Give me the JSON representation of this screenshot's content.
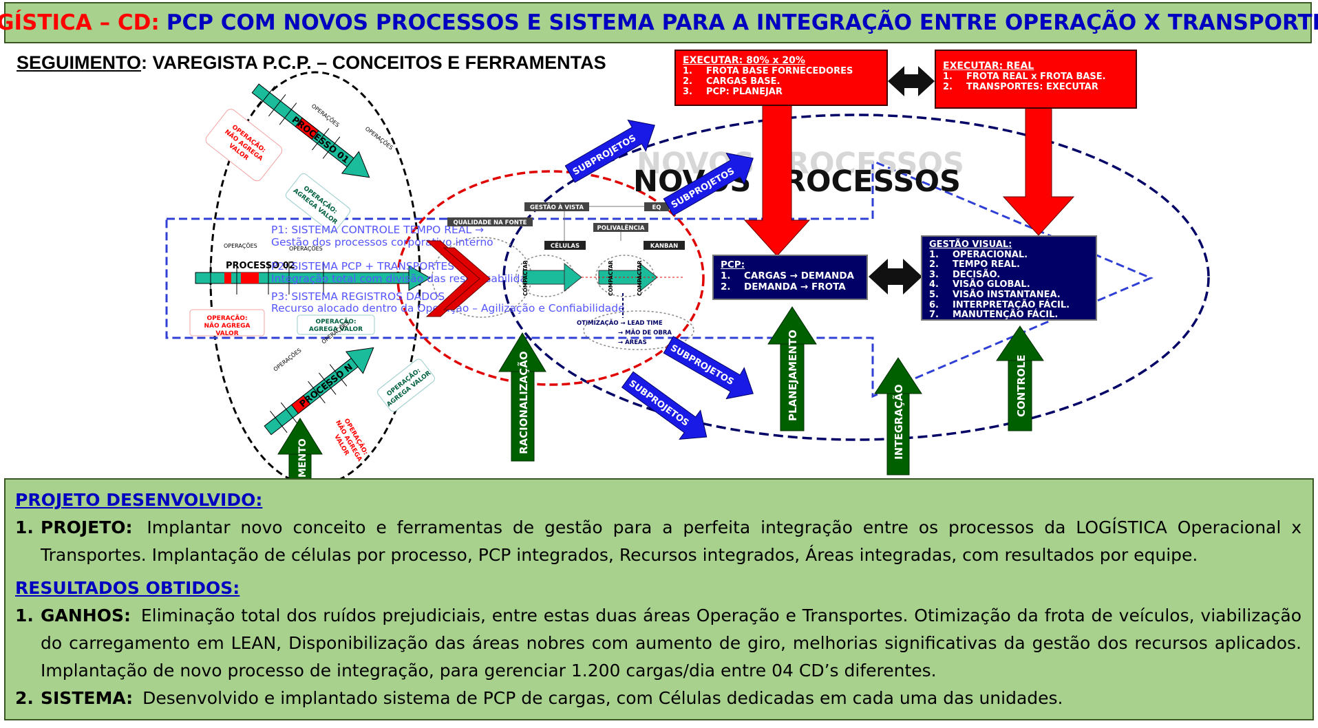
{
  "title": {
    "prefix": "LOGÍSTICA – CD:",
    "main": "PCP COM NOVOS PROCESSOS E SISTEMA PARA A INTEGRAÇÃO ENTRE OPERAÇÃO X TRANSPORTES."
  },
  "segment": {
    "label": "SEGUIMENTO",
    "text": ": VAREGISTA P.C.P. – CONCEITOS E FERRAMENTAS"
  },
  "execute_8020": {
    "heading": "EXECUTAR: 80% x 20%",
    "items": [
      {
        "n": "1.",
        "text": "FROTA BASE FORNECEDORES"
      },
      {
        "n": "2.",
        "text": "CARGAS BASE."
      },
      {
        "n": "3.",
        "text": "PCP: PLANEJAR"
      }
    ]
  },
  "execute_real": {
    "heading": "EXECUTAR: REAL",
    "items": [
      {
        "n": "1.",
        "text": "FROTA REAL x FROTA BASE."
      },
      {
        "n": "2.",
        "text": "TRANSPORTES: EXECUTAR"
      }
    ]
  },
  "pcp": {
    "heading": "PCP:",
    "items": [
      {
        "n": "1.",
        "text": "CARGAS → DEMANDA"
      },
      {
        "n": "2.",
        "text": "DEMANDA → FROTA"
      }
    ]
  },
  "gestao_visual": {
    "heading": "GESTÃO VISUAL:",
    "items": [
      {
        "n": "1.",
        "text": "OPERACIONAL."
      },
      {
        "n": "2.",
        "text": "TEMPO REAL."
      },
      {
        "n": "3.",
        "text": "DECISÃO."
      },
      {
        "n": "4.",
        "text": "VISÃO GLOBAL."
      },
      {
        "n": "5.",
        "text": "VISÃO INSTANTANEA."
      },
      {
        "n": "6.",
        "text": "INTERPRETAÇÃO FÁCIL."
      },
      {
        "n": "7.",
        "text": "MANUTENÇÃO FÁCIL."
      }
    ]
  },
  "diagram": {
    "novos_processos": "NOVOS PROCESSOS",
    "subprojetos": "SUBPROJETOS",
    "subprojetos_partial": "SUBPROJETOS",
    "racionalizacao": "RACIONALIZAÇÃO",
    "planejamento": "PLANEJAMENTO",
    "integracao": "INTEGRAÇÃO",
    "controle": "CONTROLE",
    "mento": "MENTO",
    "operacoes": "OPERAÇÕES",
    "processo_01": "PROCESSO 01",
    "processo_02": "PROCESSO 02",
    "processo_n": "PROCESSO N",
    "agrega": [
      "OPERAÇÃO:",
      "AGREGA VALOR"
    ],
    "nao_agrega": [
      "OPERAÇÃO:",
      "NÃO AGREGA",
      "VALOR"
    ],
    "p1_title": "P1: SISTEMA CONTROLE TEMPO REAL →",
    "p1_sub": "Gestão dos processos corporativo interno",
    "p2_title": "P2: SISTEMA PCP + TRANSPORTES →",
    "p2_sub": "Integração total com divisão das responsabilidades",
    "p3_title": "P3: SISTEMA REGISTROS DADOS →",
    "p3_sub": "Recurso alocado dentro da Operação – Agilização e Confiabilidade",
    "qualidade": "QUALIDADE NA FONTE",
    "gestao_vista": "GESTÃO À VISTA",
    "eq": "EQ",
    "polivalencia": "POLIVALÊNCIA",
    "celulas": "CÉLULAS",
    "kanban": "KANBAN",
    "compactar": "COMPACTAR",
    "otim_1": "OTIMIZAÇÃO → LEAD TIME",
    "otim_2": "→ MÃO DE OBRA",
    "otim_3": "→ ÁREAS"
  },
  "projeto": {
    "heading": "PROJETO DESENVOLVIDO:",
    "items": [
      {
        "n": "1.",
        "label": "PROJETO:",
        "text": "Implantar novo conceito e ferramentas de gestão para a perfeita integração entre os processos da LOGÍSTICA Operacional x Transportes. Implantação de células por processo, PCP integrados, Recursos integrados, Áreas integradas, com resultados por equipe."
      }
    ]
  },
  "resultados": {
    "heading": "RESULTADOS OBTIDOS:",
    "items": [
      {
        "n": "1.",
        "label": "GANHOS:",
        "text": "Eliminação total dos ruídos prejudiciais, entre estas duas áreas Operação e Transportes. Otimização da frota de veículos, viabilização do carregamento em LEAN, Disponibilização das áreas nobres com aumento de giro, melhorias significativas da gestão dos recursos aplicados. Implantação de novo processo de integração, para gerenciar 1.200 cargas/dia entre 04 CD’s diferentes."
      },
      {
        "n": "2.",
        "label": "SISTEMA:",
        "text": "Desenvolvido e implantado sistema de PCP de cargas, com Células dedicadas em cada uma das unidades."
      }
    ]
  },
  "colors": {
    "green_panel": "#a9d18e",
    "red": "#ff0000",
    "navy": "#000066",
    "blue_text": "#0000c0",
    "dark_green_arrow": "#006000",
    "blue_arrow": "#1a1ae6",
    "teal": "#1abc9c"
  }
}
